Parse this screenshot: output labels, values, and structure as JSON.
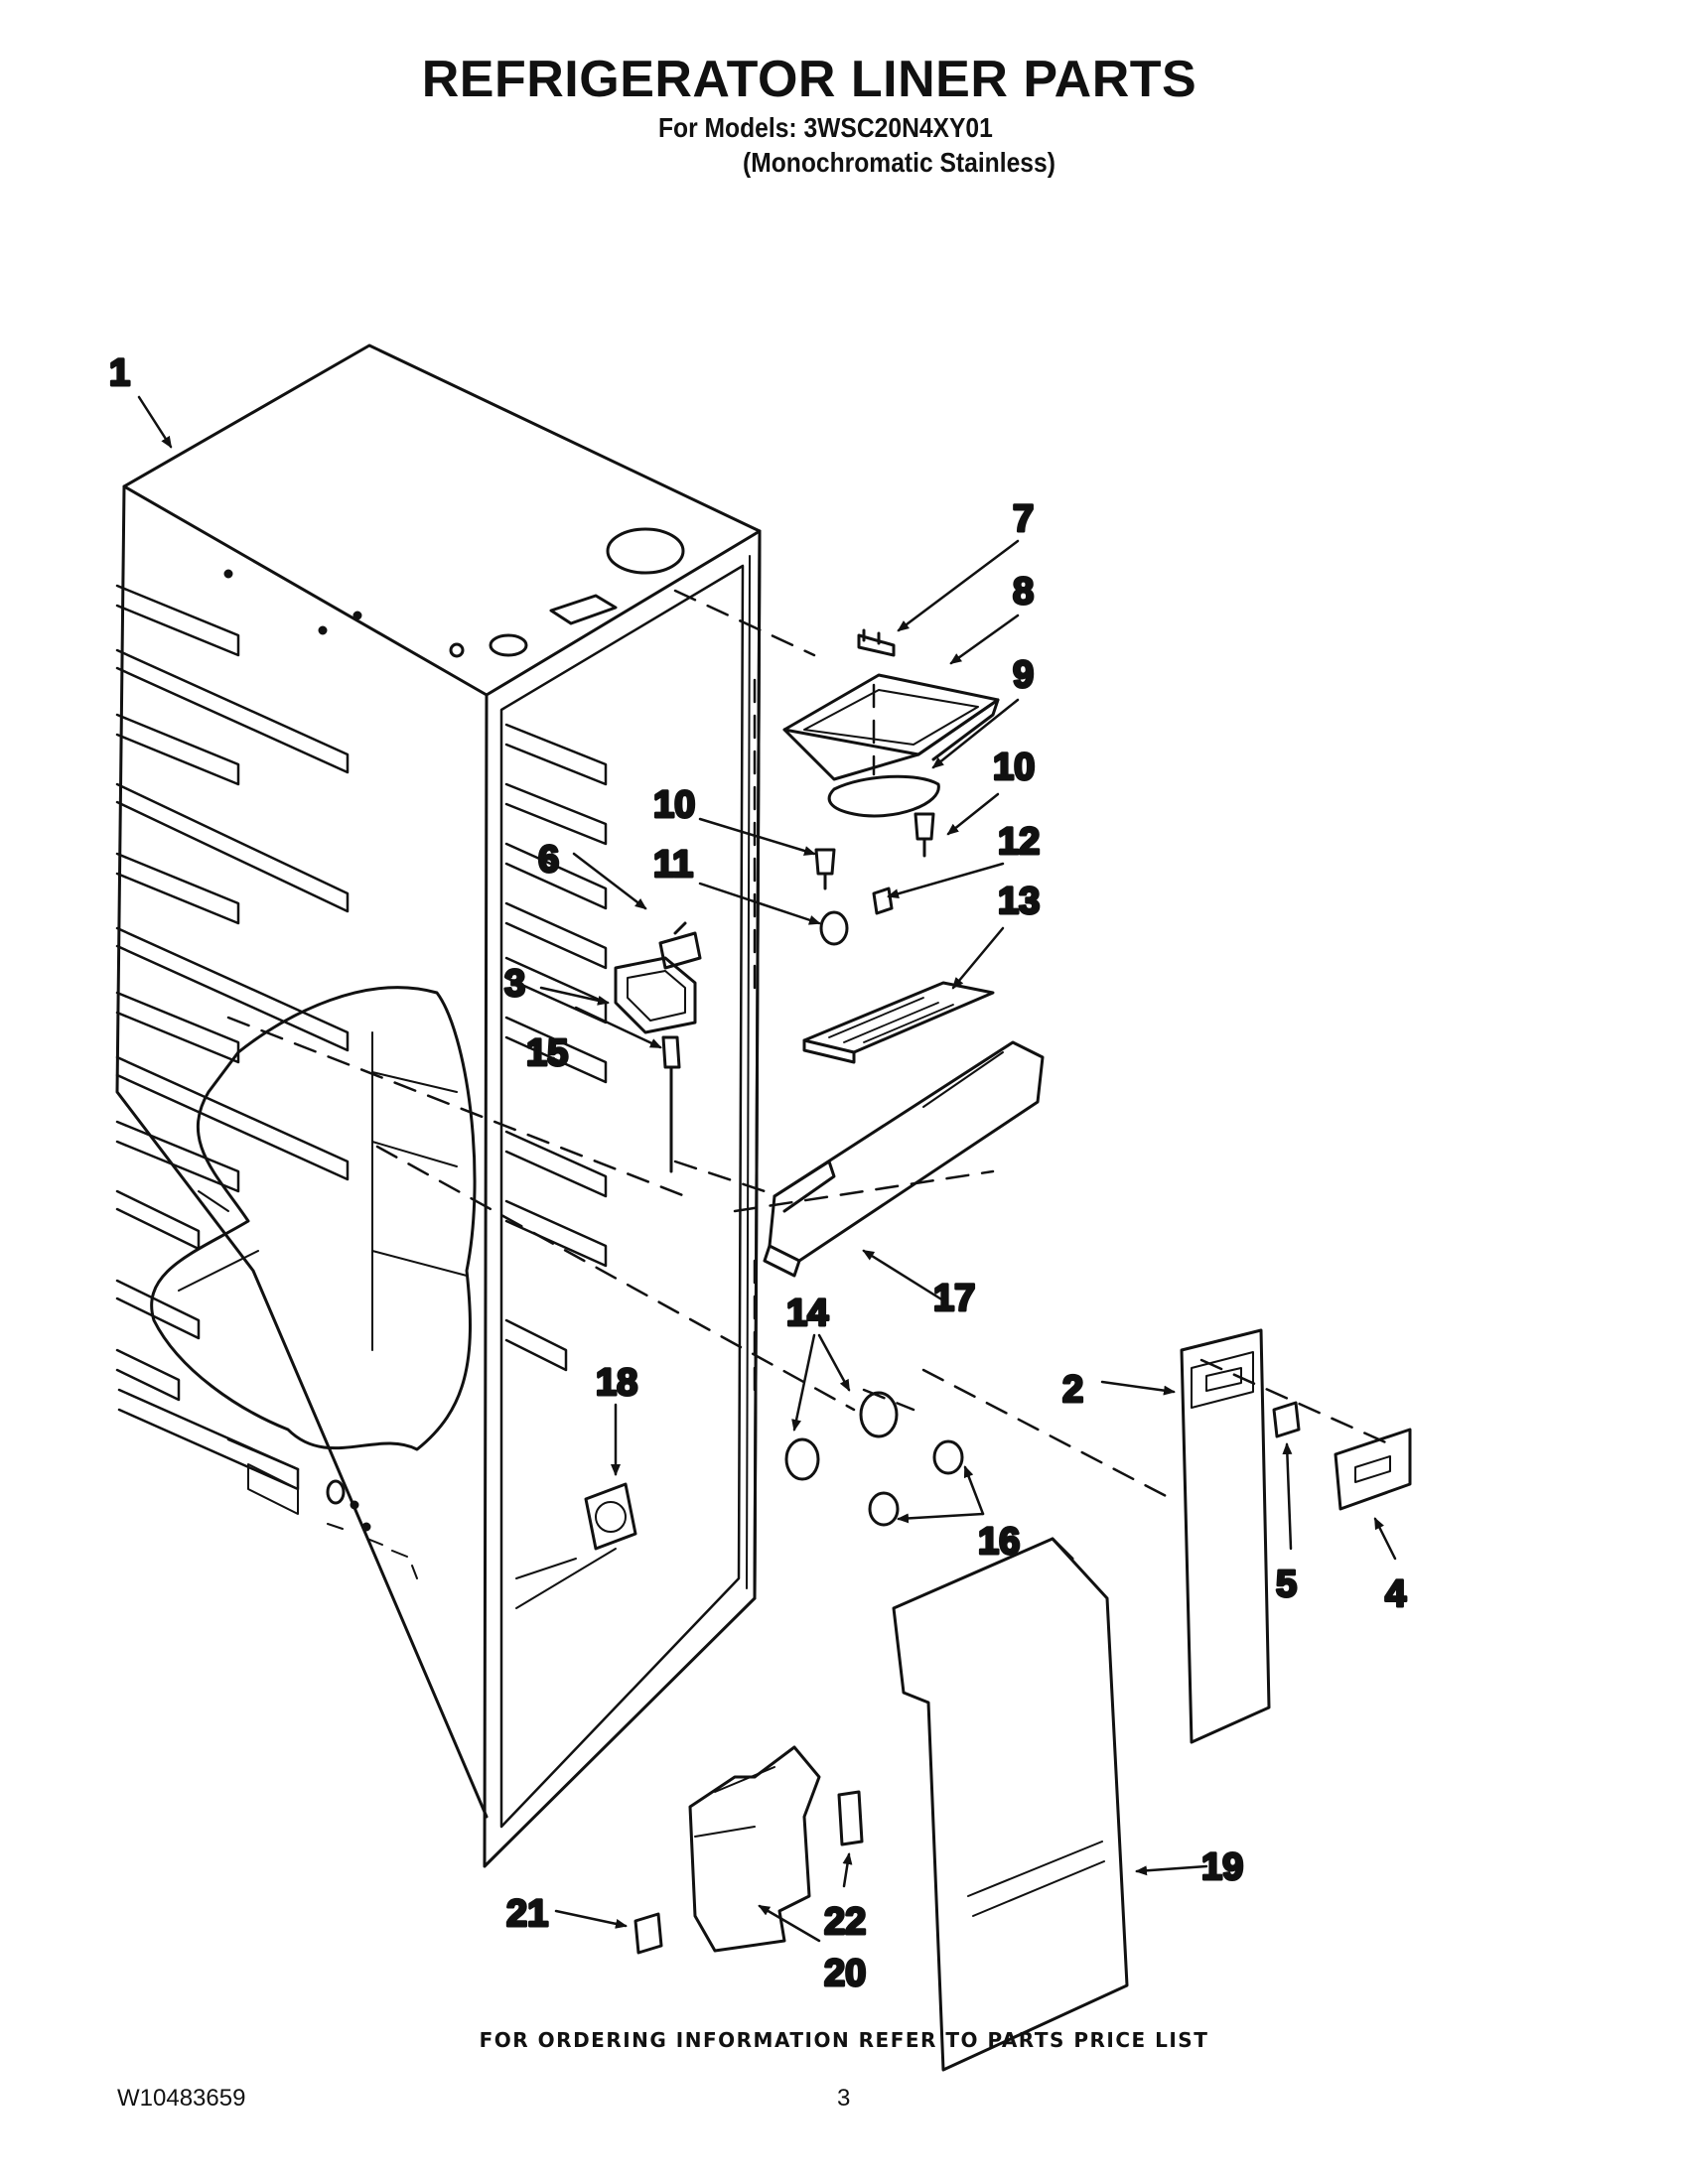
{
  "header": {
    "title": "REFRIGERATOR LINER PARTS",
    "models_line": "For Models: 3WSC20N4XY01",
    "variant_line": "(Monochromatic Stainless)"
  },
  "callouts": [
    "1",
    "2",
    "3",
    "4",
    "5",
    "6",
    "7",
    "8",
    "9",
    "10",
    "10",
    "11",
    "12",
    "13",
    "14",
    "15",
    "16",
    "17",
    "18",
    "19",
    "20",
    "21",
    "22"
  ],
  "footer": {
    "ordering_note": "FOR ORDERING INFORMATION REFER TO PARTS PRICE LIST",
    "document_number": "W10483659",
    "page_number": "3"
  }
}
